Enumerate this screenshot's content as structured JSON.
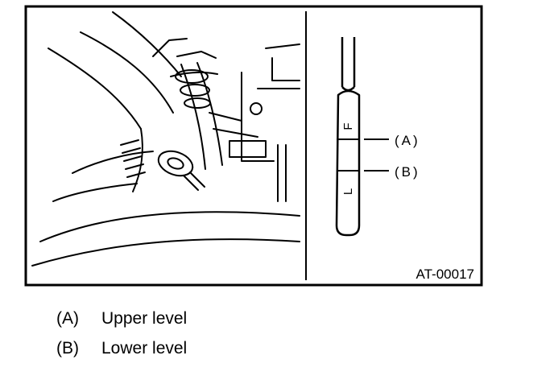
{
  "figure": {
    "code": "AT-00017",
    "gauge_marks": {
      "full": "F",
      "low": "L"
    },
    "callouts": [
      {
        "key": "(A)",
        "label": "Upper level"
      },
      {
        "key": "(B)",
        "label": "Lower level"
      }
    ]
  }
}
